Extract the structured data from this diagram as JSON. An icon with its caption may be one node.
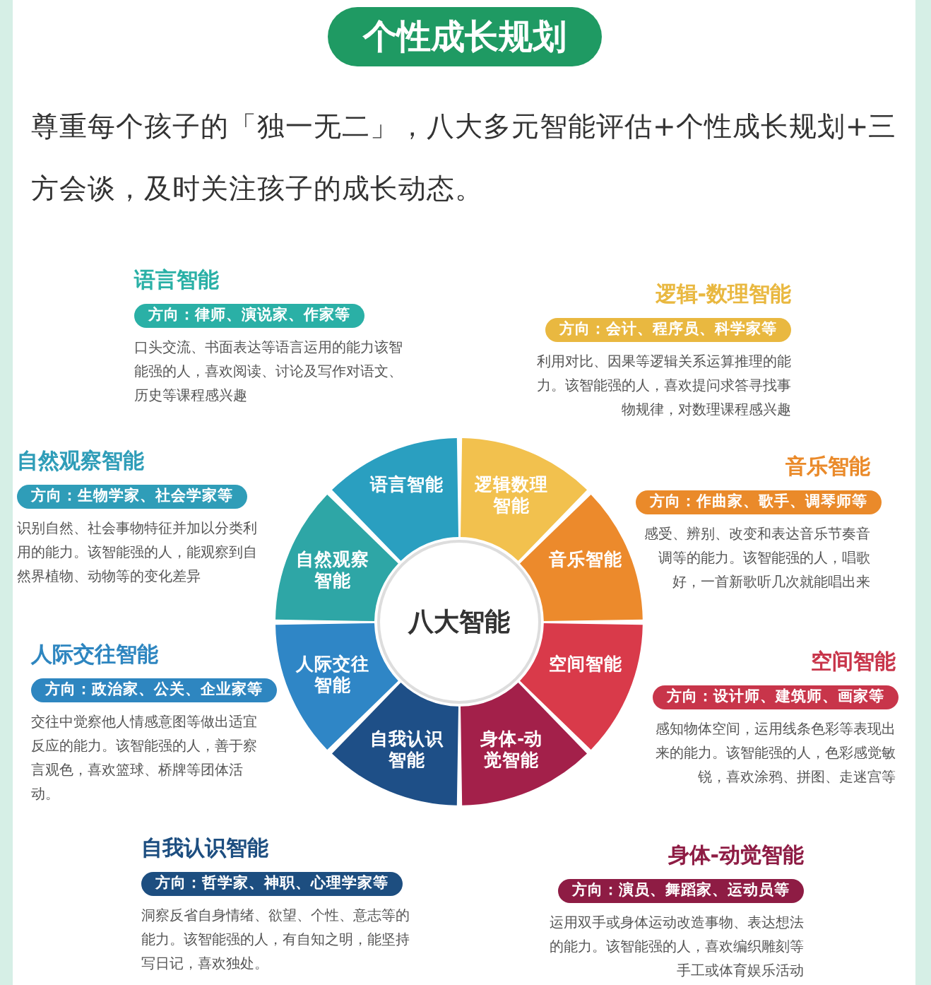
{
  "diagram": {
    "title": "个性成长规划",
    "nodes": [
      {
        "text": [
          "八大智能"
        ]
      },
      {
        "text": [
          "语言智能"
        ]
      },
      {
        "text": [
          "逻辑数理智能"
        ]
      },
      {
        "text": [
          "音乐智能"
        ]
      },
      {
        "text": [
          "空间智能"
        ]
      },
      {
        "text": [
          "身体-动觉智能"
        ]
      },
      {
        "text": [
          "自我认识智能"
        ]
      },
      {
        "text": [
          "人际交往智能"
        ]
      },
      {
        "text": [
          "自然观察智能"
        ]
      },
      {
        "text": [
          "方向：律师、演说家、作家等"
        ],
        "beside": [
          "语言智能"
        ]
      },
      {
        "text": [
          "方向：会计、程序员、科学家等"
        ],
        "beside": [
          "逻辑-数理智能"
        ]
      },
      {
        "text": [
          "方向：生物学家、社会学家等"
        ],
        "beside": [
          "自然观察智能"
        ]
      },
      {
        "text": [
          "方向：作曲家、歌手、调琴师等"
        ],
        "beside": [
          "音乐智能"
        ]
      },
      {
        "text": [
          "方向：政治家、公关、企业家等"
        ],
        "beside": [
          "人际交往智能"
        ]
      },
      {
        "text": [
          "方向：设计师、建筑师、画家等"
        ],
        "beside": [
          "空间智能"
        ]
      },
      {
        "text": [
          "方向：哲学家、神职、心理学家等"
        ],
        "beside": [
          "自我认识智能"
        ]
      },
      {
        "text": [
          "方向：演员、舞蹈家、运动员等"
        ],
        "beside": [
          "身体-动觉智能"
        ]
      }
    ],
    "labels": [
      "尊重每个孩子的「独一无二」，八大多元智能评估+个性成长规划+三方会谈，及时关注孩子的成长动态。",
      "口头交流、书面表达等语言运用的能力该智能强的人，喜欢阅读、讨论及写作对语文、历史等课程感兴趣",
      "利用对比、因果等逻辑关系运算推理的能力。该智能强的人，喜欢提问求答寻找事物规律，对数理课程感兴趣",
      "识别自然、社会事物特征并加以分类利用的能力。该智能强的人，能观察到自然界植物、动物等的变化差异",
      "感受、辨别、改变和表达音乐节奏音调等的能力。该智能强的人，唱歌好，一首新歌听几次就能唱出来",
      "交往中觉察他人情感意图等做出适宜反应的能力。该智能强的人，善于察言观色，喜欢篮球、桥牌等团体活动。",
      "感知物体空间，运用线条色彩等表现出来的能力。该智能强的人，色彩感觉敏锐，喜欢涂鸦、拼图、走迷宫等",
      "洞察反省自身情绪、欲望、个性、意志等的能力。该智能强的人，有自知之明，能坚持写日记，喜欢独处。",
      "运用双手或身体运动改造事物、表达想法的能力。该智能强的人，喜欢编织雕刻等手工或体育娱乐活动"
    ]
  }
}
